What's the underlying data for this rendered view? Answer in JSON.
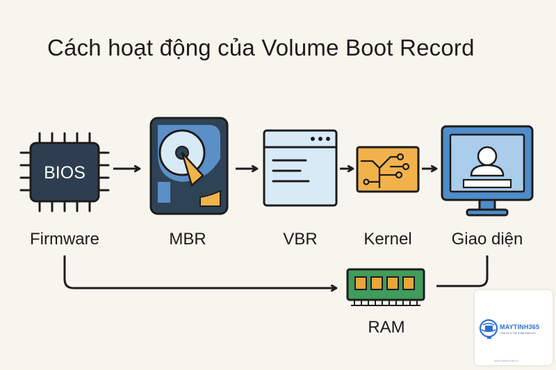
{
  "title": "Cách hoạt động của Volume Boot Record",
  "components": {
    "bios": {
      "chip_text": "BIOS",
      "label": "Firmware"
    },
    "mbr": {
      "label": "MBR"
    },
    "vbr": {
      "label": "VBR"
    },
    "kernel": {
      "label": "Kernel"
    },
    "ui": {
      "label": "Giao diện"
    },
    "ram": {
      "label": "RAM"
    }
  },
  "colors": {
    "background": "#f8f5ef",
    "outline": "#1c1c1c",
    "chip_body": "#2e3e50",
    "disk_blue": "#5b8fc7",
    "disk_dark": "#2f4356",
    "disk_accent": "#f0b44c",
    "window_fill": "#d9eaf7",
    "kernel_fill": "#f2b24b",
    "monitor_blue": "#4f8cc9",
    "monitor_screen": "#a9cdea",
    "ram_green": "#3f9c5b",
    "ram_chip": "#e8a63c"
  },
  "watermark": {
    "brand": "MAYTINH365",
    "tagline": "Chia sẻ & Thủ thuật Máy tính",
    "url": "www.maytinh365.vn",
    "icon": "globe-monitor-logo-icon"
  }
}
